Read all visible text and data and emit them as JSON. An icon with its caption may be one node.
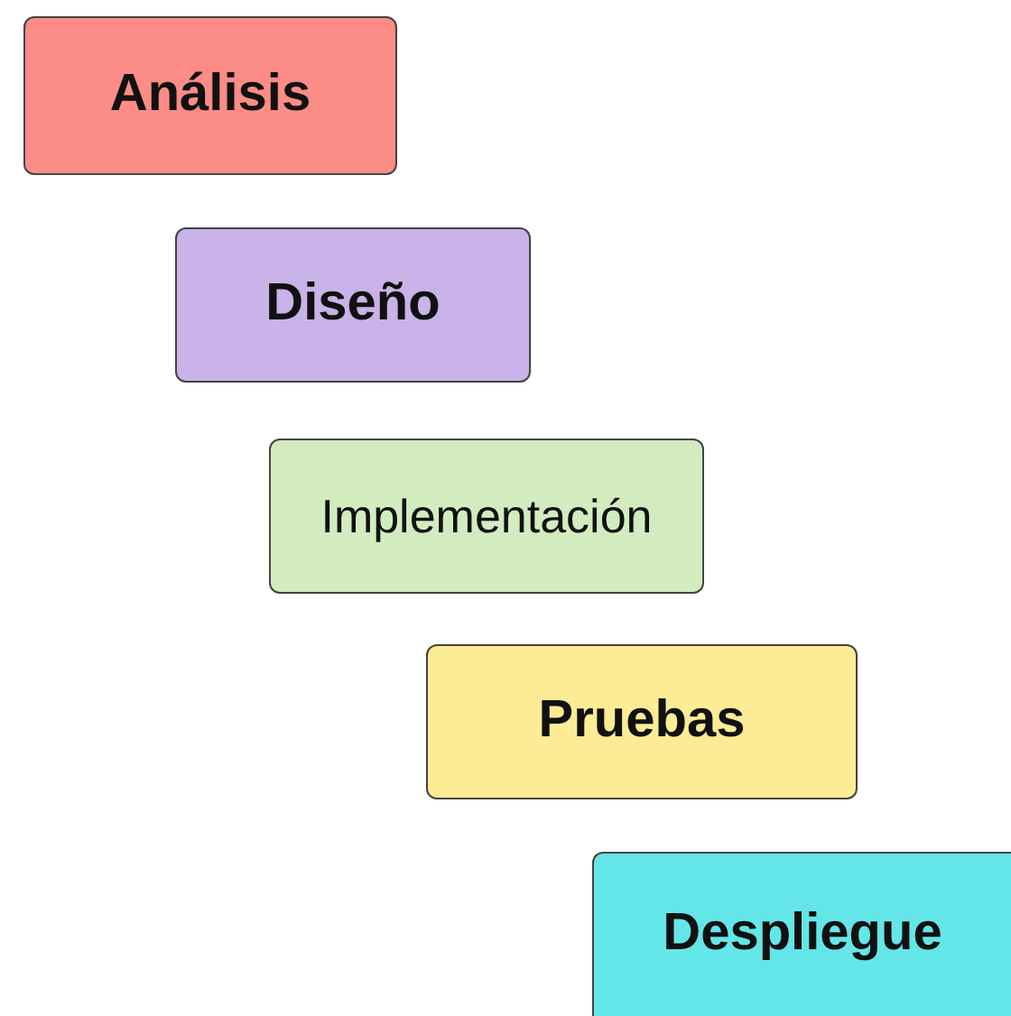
{
  "diagram": {
    "nodes": [
      {
        "text": [
          "Análisis"
        ]
      },
      {
        "text": [
          "Diseño"
        ]
      },
      {
        "text": [
          "Implementación"
        ]
      },
      {
        "text": [
          "Pruebas"
        ]
      },
      {
        "text": [
          "Despliegue"
        ]
      }
    ]
  }
}
